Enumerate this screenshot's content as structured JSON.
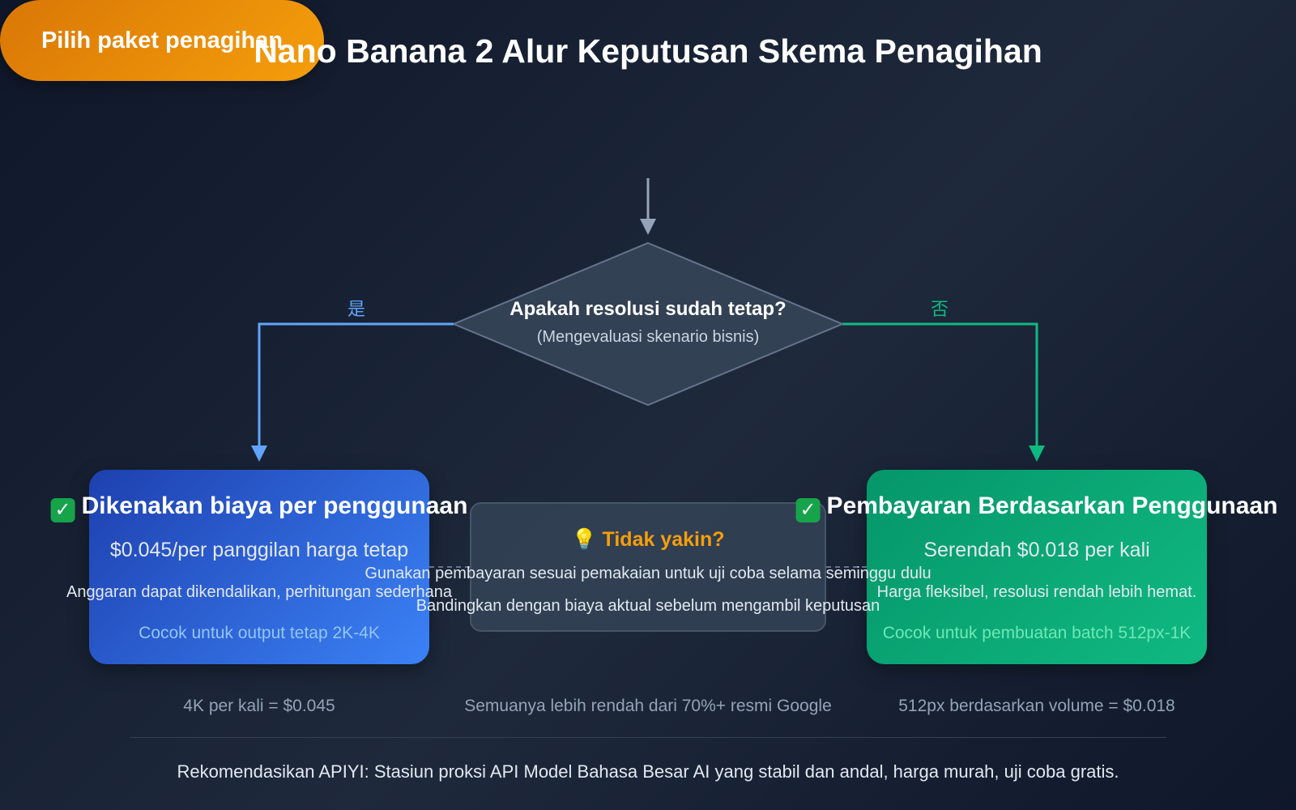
{
  "title": "Nano Banana 2 Alur Keputusan Skema Penagihan",
  "start": {
    "label": "Pilih paket penagihan"
  },
  "decision": {
    "question": "Apakah resolusi sudah tetap?",
    "subtitle": "(Mengevaluasi skenario bisnis)",
    "yes_label": "是",
    "no_label": "否"
  },
  "left_option": {
    "icon": "check-mark-icon",
    "title": "Dikenakan biaya per penggunaan",
    "price": "$0.045/per panggilan harga tetap",
    "description": "Anggaran dapat dikendalikan, perhitungan sederhana",
    "fit": "Cocok untuk output tetap 2K-4K",
    "note": "4K per kali = $0.045"
  },
  "right_option": {
    "icon": "check-mark-icon",
    "title": "Pembayaran Berdasarkan Penggunaan",
    "price": "Serendah $0.018 per kali",
    "description": "Harga fleksibel, resolusi rendah lebih hemat.",
    "fit": "Cocok untuk pembuatan batch 512px-1K",
    "note": "512px berdasarkan volume = $0.018"
  },
  "tip": {
    "icon": "lightbulb-icon",
    "title": "Tidak yakin?",
    "line1": "Gunakan pembayaran sesuai pemakaian untuk uji coba selama seminggu dulu",
    "line2": "Bandingkan dengan biaya aktual sebelum mengambil keputusan",
    "note": "Semuanya lebih rendah dari 70%+ resmi Google"
  },
  "footer": "Rekomendasikan APIYI: Stasiun proksi API Model Bahasa Besar AI yang stabil dan andal, harga murah, uji coba gratis.",
  "colors": {
    "start": "#f59e0b",
    "yes": "#60a5fa",
    "no": "#10b981",
    "left_card": "#3b82f6",
    "right_card": "#10b981",
    "tip_title": "#f59e0b",
    "left_fit": "#93c5fd",
    "right_fit": "#6ee7b7"
  }
}
